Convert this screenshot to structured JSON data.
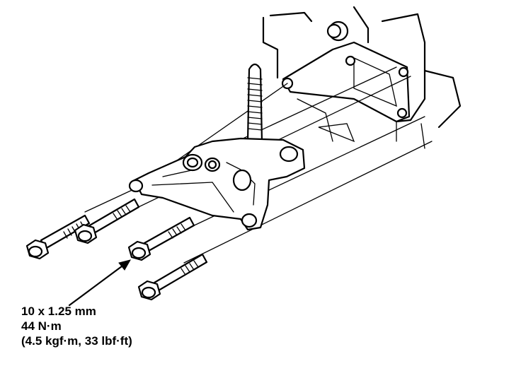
{
  "spec": {
    "size": "10 x 1.25 mm",
    "torque_nm": "44 N·m",
    "torque_alt": "(4.5 kgf·m, 33 lbf·ft)"
  }
}
